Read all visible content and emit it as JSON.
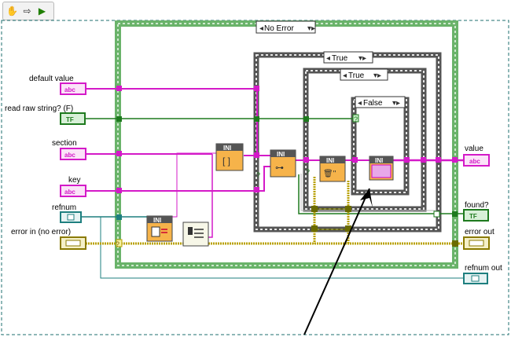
{
  "toolbar": {
    "icons": [
      "hand-icon",
      "step-arrow-icon",
      "run-icon"
    ],
    "hand_glyph": "✋",
    "arrow_glyph": "⇨",
    "run_glyph": "▶"
  },
  "colors": {
    "string_wire": "#d41ac8",
    "bool_wire": "#1e7a1e",
    "refnum_wire": "#1e7f7f",
    "error_wire": "#b8a000",
    "case_frame": "#6ab36a",
    "background": "#ffffff"
  },
  "controls": [
    {
      "label": "default value",
      "type": "abc"
    },
    {
      "label": "read raw string? (F)",
      "type": "TF"
    },
    {
      "label": "section",
      "type": "abc"
    },
    {
      "label": "key",
      "type": "abc"
    },
    {
      "label": "refnum",
      "type": "ref"
    },
    {
      "label": "error in (no error)",
      "type": "err"
    }
  ],
  "indicators": [
    {
      "label": "value",
      "type": "abc"
    },
    {
      "label": "found?",
      "type": "TF"
    },
    {
      "label": "error out",
      "type": "err"
    },
    {
      "label": "refnum out",
      "type": "ref"
    }
  ],
  "cases": {
    "outer": "No Error",
    "second": "True",
    "third": "True",
    "inner": "False"
  },
  "node_label": "INI",
  "terminal_question": "?"
}
